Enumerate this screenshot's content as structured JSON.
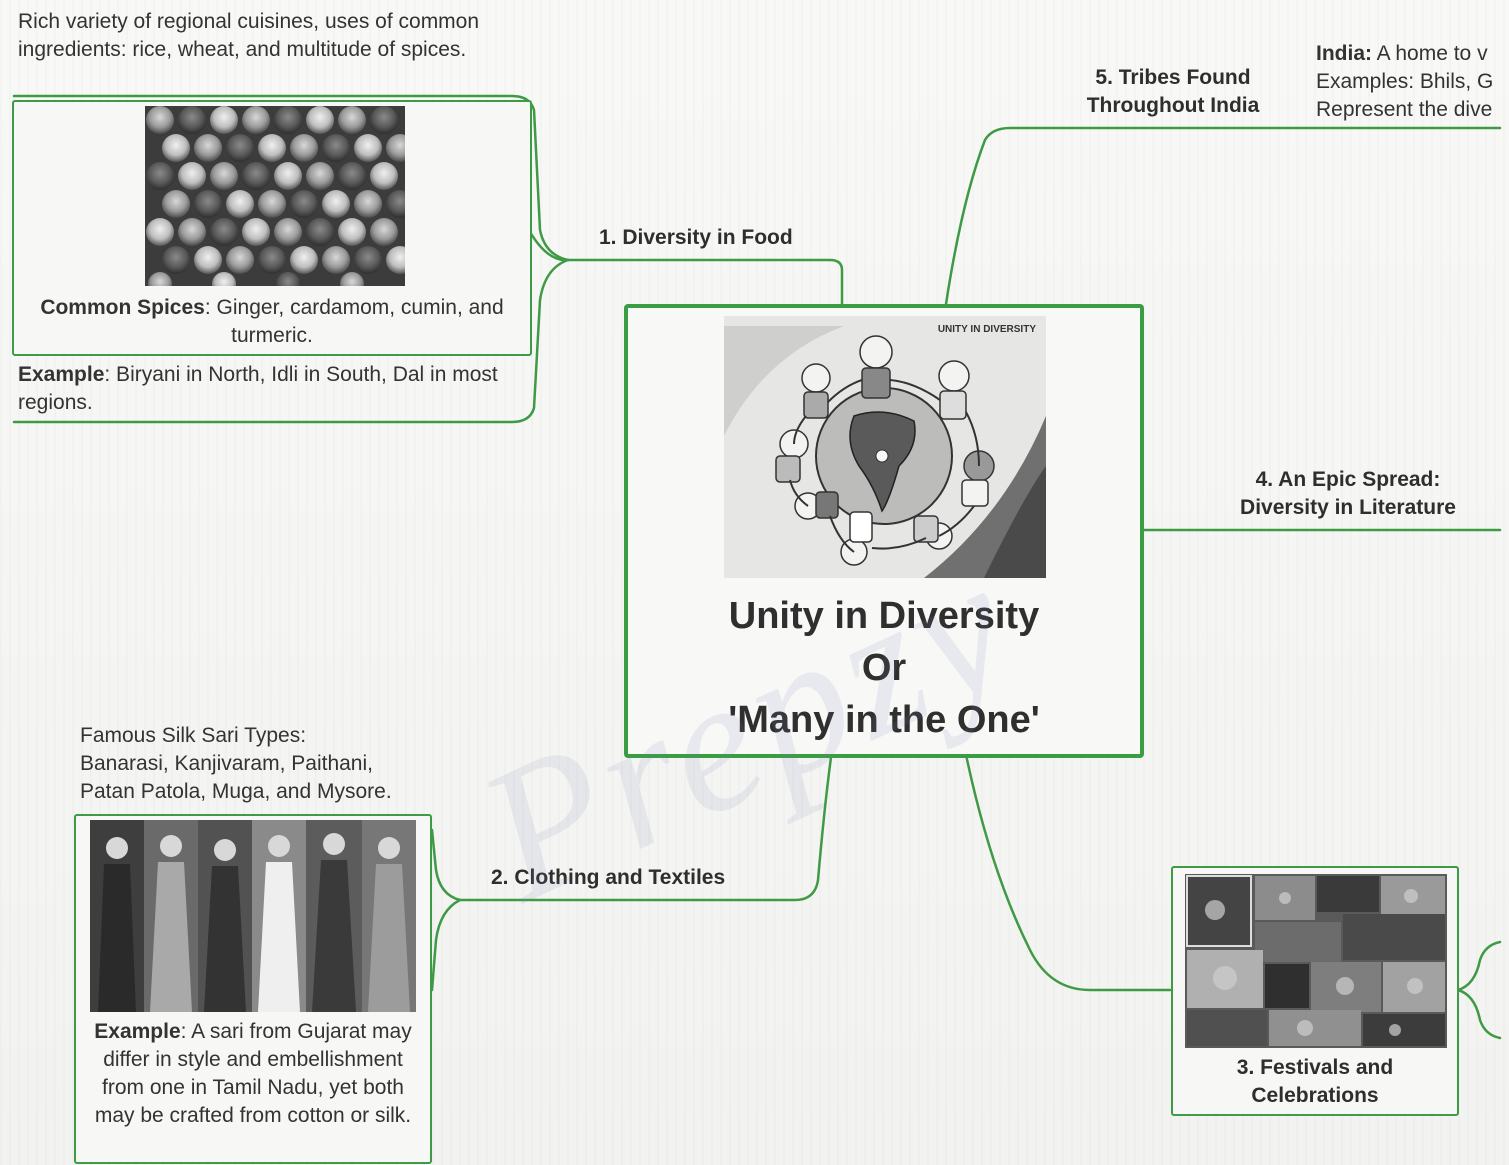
{
  "center": {
    "image_caption": "UNITY IN DIVERSITY",
    "title_line1": "Unity in Diversity",
    "title_line2": "Or",
    "title_line3": "'Many in the One'"
  },
  "food": {
    "branch_label": "1. Diversity in Food",
    "intro": "Rich variety of regional cuisines, uses of common ingredients: rice, wheat, and multitude of spices.",
    "spices_label": "Common Spices",
    "spices_text": ": Ginger, cardamom, cumin, and turmeric.",
    "example_label": "Example",
    "example_text": ": Biryani in North, Idli in South, Dal in most regions."
  },
  "clothing": {
    "branch_label": "2. Clothing and Textiles",
    "sari_line1": "Famous Silk Sari Types:",
    "sari_line2": "Banarasi, Kanjivaram, Paithani,",
    "sari_line3": "Patan Patola, Muga, and Mysore.",
    "example_label": "Example",
    "example_text": ": A sari from Gujarat may differ in style and embellishment from one in Tamil Nadu, yet both may be crafted from cotton or silk."
  },
  "festivals": {
    "branch_label": "3. Festivals and Celebrations"
  },
  "literature": {
    "branch_line1": "4. An Epic Spread:",
    "branch_line2": "Diversity in Literature"
  },
  "tribes": {
    "branch_line1": "5. Tribes Found",
    "branch_line2": "Throughout India",
    "india_label": "India:",
    "india_text": " A home to v",
    "examples_text": "Examples: Bhils, G",
    "represent_text": "Represent the dive"
  },
  "watermark": "Prepzy",
  "colors": {
    "connector": "#3f9a45",
    "border": "#3a9c43"
  }
}
